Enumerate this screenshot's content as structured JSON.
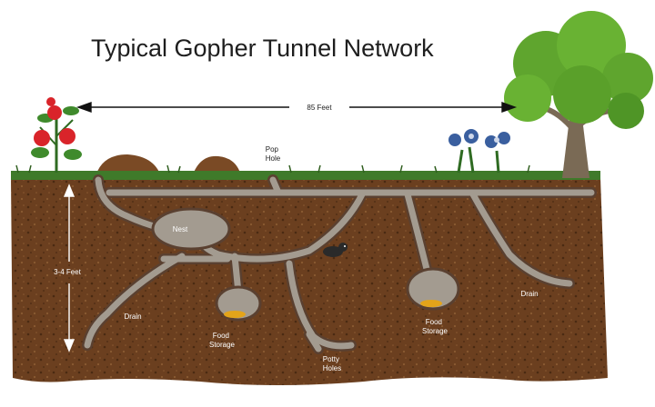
{
  "title": "Typical Gopher Tunnel Network",
  "dimensions": {
    "width_label": "85 Feet",
    "depth_label": "3-4 Feet"
  },
  "labels": {
    "pop_hole": [
      "Pop",
      "Hole"
    ],
    "nest": "Nest",
    "drain_left": "Drain",
    "drain_right": "Drain",
    "food_storage_left": [
      "Food",
      "Storage"
    ],
    "food_storage_right": [
      "Food",
      "Storage"
    ],
    "potty_holes": [
      "Potty",
      "Holes"
    ]
  },
  "colors": {
    "soil": "#6b3f1f",
    "soil_dark": "#4a2a12",
    "tunnel": "#a39b90",
    "tunnel_edge": "#5a4030",
    "grass": "#3f7a2a",
    "leaves": "#5fa52e",
    "trunk": "#7a6a55",
    "tomato": "#d9242a",
    "flower": "#3a5f9f",
    "food": "#e3a41a"
  },
  "icons": [
    "tomato-plant-icon",
    "tree-icon",
    "flower-icon",
    "gopher-icon"
  ]
}
